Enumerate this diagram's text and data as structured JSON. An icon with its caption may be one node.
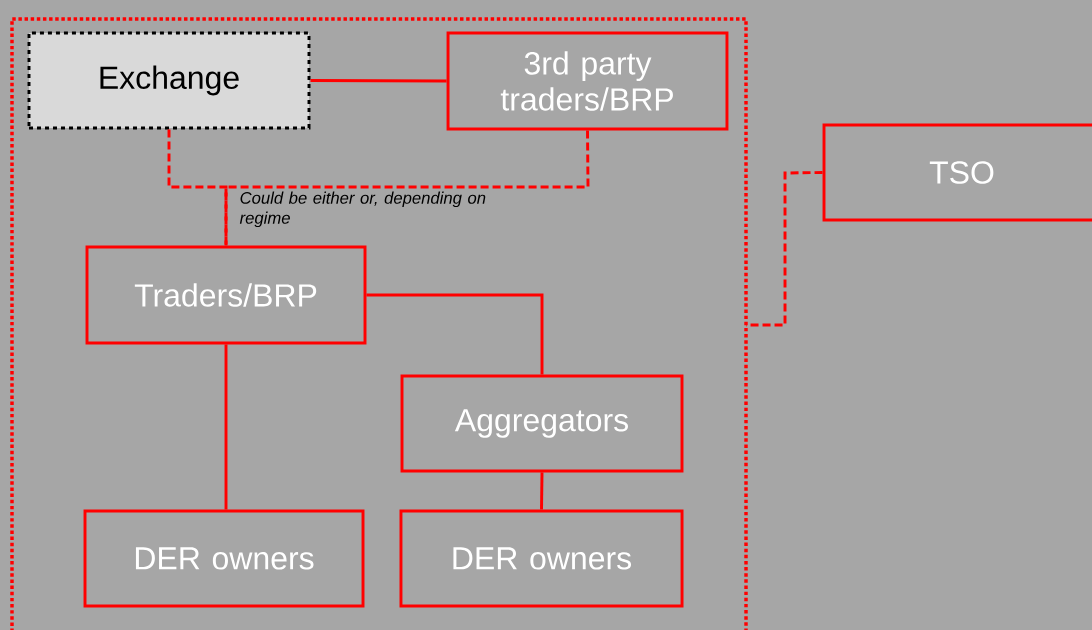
{
  "diagram": {
    "nodes": [
      {
        "text": [],
        "shape": "box"
      },
      {
        "text": [
          "Exchange"
        ],
        "in": 0
      },
      {
        "text": [
          "3rd party traders/BRP"
        ],
        "in": 0
      },
      {
        "text": [
          "Traders/BRP"
        ],
        "in": 0
      },
      {
        "text": [
          "Aggregators"
        ],
        "in": 0
      },
      {
        "text": [
          "DER owners"
        ],
        "in": 0
      },
      {
        "text": [
          "DER owners"
        ],
        "in": 0
      },
      {
        "text": [
          "TSO"
        ]
      }
    ],
    "edges": [
      {
        "from": 1,
        "to": 2,
        "arrow": "none"
      },
      {
        "from": 1,
        "to": 3,
        "arrow": "none",
        "style": "dashed",
        "label": "*Could be either or, depending on regime*"
      },
      {
        "from": 2,
        "to": 3,
        "arrow": "none",
        "style": "dashed"
      },
      {
        "from": 3,
        "to": 4,
        "arrow": "none"
      },
      {
        "from": 3,
        "to": 5,
        "arrow": "none"
      },
      {
        "from": 4,
        "to": 6,
        "arrow": "none"
      },
      {
        "from": 7,
        "to": 0,
        "arrow": "none",
        "style": "dashed"
      }
    ]
  }
}
